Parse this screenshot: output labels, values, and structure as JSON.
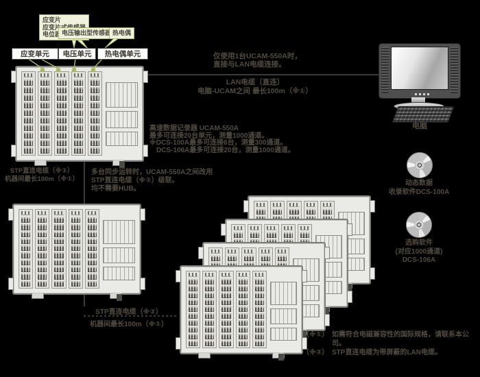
{
  "colors": {
    "background": "#000000",
    "accent_green": "#a7ba5e",
    "callout_fill": "#f0f2dd",
    "annotation_text": "#524c41",
    "device_body": "#eaeae6",
    "cable": "#3b3b38"
  },
  "callouts": {
    "strain_sensors": [
      "应变片",
      "应变片式传感器",
      "电位器式传感器"
    ],
    "voltage_sensor": "电压输出型传感器",
    "thermocouple": "热电偶"
  },
  "unit_labels": [
    "应变单元",
    "电压单元",
    "热电偶单元"
  ],
  "notes": {
    "single_unit": [
      "仅使用1台UCAM-550A时，",
      "直接与LAN电缆连接。"
    ],
    "lan_cable": [
      "LAN电缆〔直连〕",
      "电脑-UCAM之间 最长100m（※①）"
    ],
    "logger": [
      "高速数据记录器 UCAM-550A",
      "最多可连接20台单元，测量1000通道。",
      "※DCS-100A最多可连接6台，测量300通道。",
      "　DCS-106A最多可连接20台，测量1000通道。"
    ],
    "stp_left": [
      "STP直连电缆（※②）",
      "机器间最长100m（※①）"
    ],
    "sync": [
      "多台同步运转时，UCAM-550A之间改用",
      "STP直连电缆（※②）级联。",
      "均不需要HUB。"
    ],
    "stp_bottom_1": "STP直连电缆（※②）",
    "stp_bottom_2": "机器间最长100m（※①）"
  },
  "computer": {
    "label": "电脑"
  },
  "software": {
    "dcs100a": [
      "动态数据",
      "收录软件DCS-100A"
    ],
    "dcs106a": [
      "选购软件",
      "(对应1000通道)",
      "DCS-106A"
    ]
  },
  "footnotes": [
    {
      "marker": "（※①）",
      "text": "如需符合电磁兼容性的国际规格，请联系本公司。"
    },
    {
      "marker": "（※②）",
      "text": "STP直连电缆为带屏蔽的LAN电缆。"
    }
  ]
}
